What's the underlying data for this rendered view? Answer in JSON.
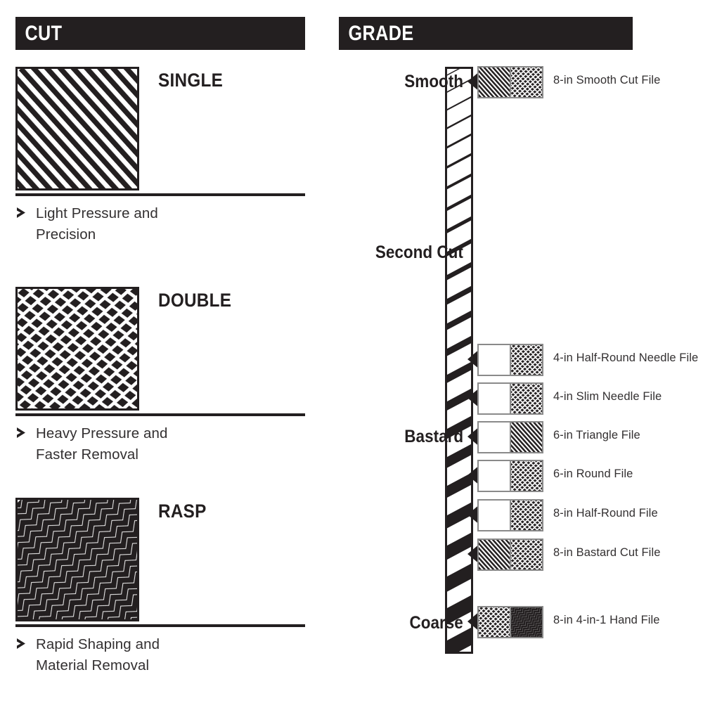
{
  "colors": {
    "ink": "#231f20",
    "paper": "#ffffff",
    "text": "#333031",
    "swatch_border": "#8a8a8a"
  },
  "cut": {
    "header": "CUT",
    "blocks": [
      {
        "title": "SINGLE",
        "pattern": "single-cut-hatch",
        "description": "Light Pressure and\nPrecision"
      },
      {
        "title": "DOUBLE",
        "pattern": "double-cut-crosshatch",
        "description": "Heavy Pressure and\nFaster Removal"
      },
      {
        "title": "RASP",
        "pattern": "rasp-zigzag",
        "description": "Rapid Shaping and\nMaterial Removal"
      }
    ]
  },
  "grade": {
    "header": "GRADE",
    "scale_labels": [
      {
        "label": "Smooth"
      },
      {
        "label": "Second Cut"
      },
      {
        "label": "Bastard"
      },
      {
        "label": "Coarse"
      }
    ],
    "rows": [
      {
        "label": "8-in Smooth Cut File",
        "cells": [
          "single-cut-hatch",
          "double-cut-crosshatch"
        ]
      },
      {
        "label": "4-in Half-Round Needle File",
        "cells": [
          "",
          "double-cut-crosshatch"
        ]
      },
      {
        "label": "4-in Slim Needle File",
        "cells": [
          "",
          "double-cut-crosshatch"
        ]
      },
      {
        "label": "6-in Triangle File",
        "cells": [
          "",
          "single-cut-hatch"
        ]
      },
      {
        "label": "6-in Round File",
        "cells": [
          "",
          "double-cut-crosshatch"
        ]
      },
      {
        "label": "8-in Half-Round File",
        "cells": [
          "",
          "double-cut-crosshatch"
        ]
      },
      {
        "label": "8-in Bastard Cut File",
        "cells": [
          "single-cut-hatch",
          "double-cut-crosshatch"
        ]
      },
      {
        "label": "8-in 4-in-1 Hand File",
        "cells": [
          "double-cut-crosshatch",
          "rasp-zigzag"
        ]
      }
    ]
  }
}
